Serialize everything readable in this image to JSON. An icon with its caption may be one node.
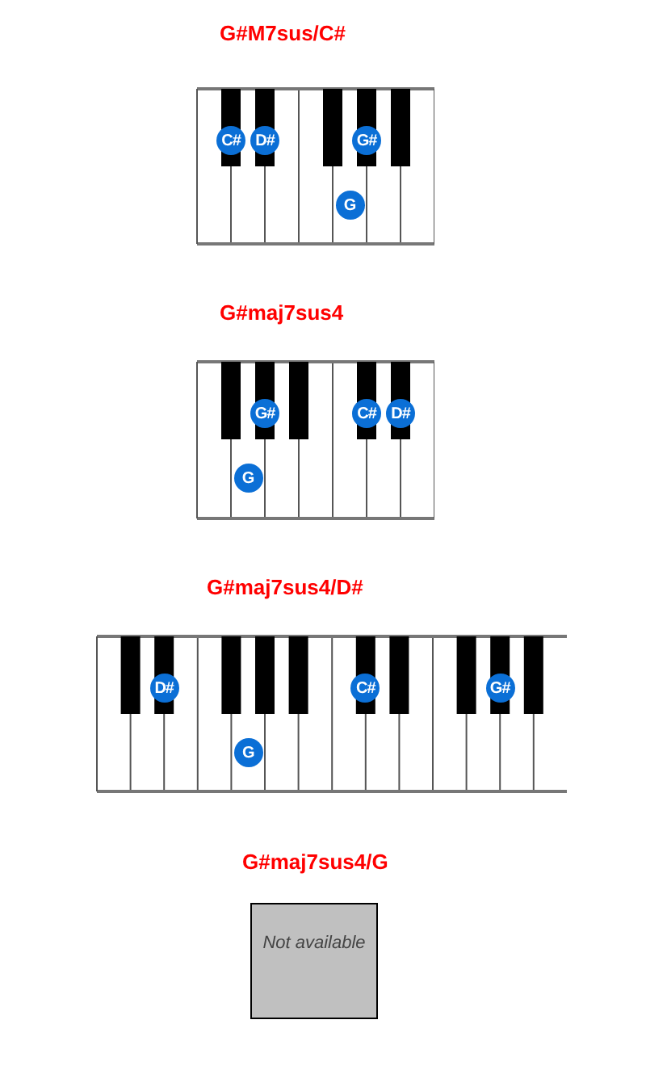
{
  "diagram": {
    "nodes": [
      {
        "text": [
          "G#M7sus/C#"
        ]
      },
      {
        "text": [
          "C#"
        ],
        "in": 0
      },
      {
        "text": [
          "D#"
        ],
        "in": 0
      },
      {
        "text": [
          "G#"
        ],
        "in": 0
      },
      {
        "text": [
          "G"
        ],
        "in": 0
      },
      {
        "text": [
          "G#maj7sus4"
        ]
      },
      {
        "text": [
          "G#"
        ],
        "in": 5
      },
      {
        "text": [
          "C#"
        ],
        "in": 5
      },
      {
        "text": [
          "D#"
        ],
        "in": 5
      },
      {
        "text": [
          "G"
        ],
        "in": 5
      },
      {
        "text": [
          "G#maj7sus4/D#"
        ]
      },
      {
        "text": [
          "D#"
        ],
        "in": 10
      },
      {
        "text": [
          "C#"
        ],
        "in": 10
      },
      {
        "text": [
          "G#"
        ],
        "in": 10
      },
      {
        "text": [
          "G"
        ],
        "in": 10
      },
      {
        "text": [
          "G#maj7sus4/G",
          "Not available"
        ]
      }
    ]
  }
}
